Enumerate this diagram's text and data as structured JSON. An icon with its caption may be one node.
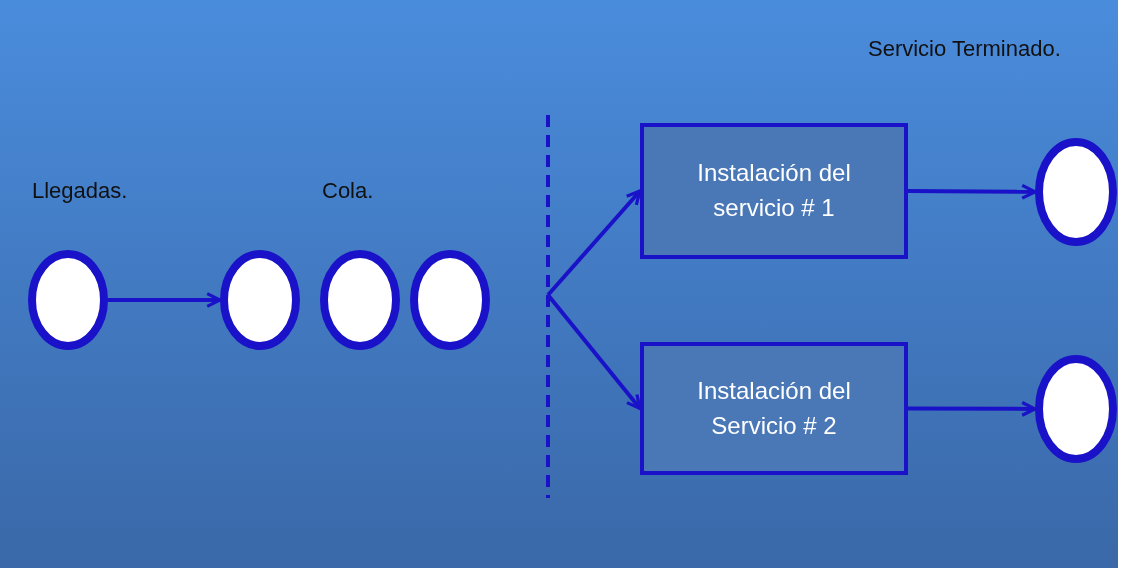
{
  "diagram": {
    "nodes": [
      {
        "text": [],
        "shape": "circle"
      },
      {
        "text": [],
        "shape": "circle"
      },
      {
        "text": [],
        "shape": "circle"
      },
      {
        "text": [],
        "shape": "circle"
      },
      {
        "text": [
          "Instalación del servicio # 1"
        ]
      },
      {
        "text": [
          "Instalación del Servicio # 2"
        ]
      },
      {
        "text": [],
        "shape": "circle"
      },
      {
        "text": [],
        "shape": "circle"
      }
    ],
    "edges": [
      {
        "from": 0,
        "to": 1,
        "arrow": "to"
      },
      {
        "from": null,
        "to": 4,
        "arrow": "to"
      },
      {
        "from": null,
        "to": 5,
        "arrow": "to"
      },
      {
        "from": 4,
        "to": 6,
        "arrow": "to"
      },
      {
        "from": 5,
        "to": 7,
        "arrow": "to"
      }
    ],
    "labels": [
      "Servicio Terminado.",
      "Llegadas.",
      "Cola."
    ]
  }
}
